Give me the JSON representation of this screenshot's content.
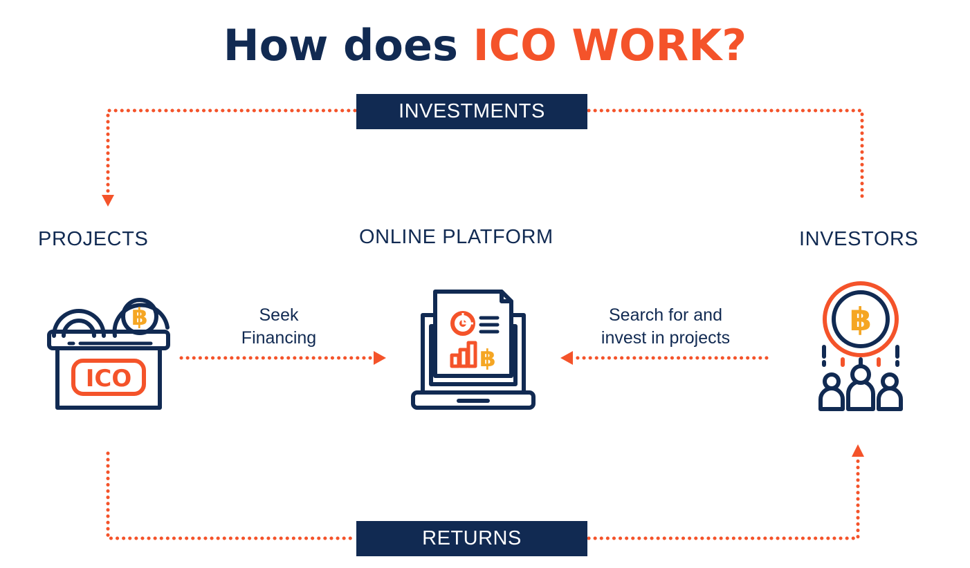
{
  "title": {
    "part1": "How does ",
    "part2": "ICO WORK?"
  },
  "banners": {
    "top": "INVESTMENTS",
    "bottom": "RETURNS"
  },
  "nodes": {
    "projects": {
      "label": "PROJECTS",
      "icon": "ico-box-coins-icon",
      "icon_text": "ICO"
    },
    "platform": {
      "label": "ONLINE PLATFORM",
      "icon": "laptop-report-icon"
    },
    "investors": {
      "label": "INVESTORS",
      "icon": "investors-bitcoin-icon"
    }
  },
  "edges": {
    "seek": {
      "line1": "Seek",
      "line2": "Financing"
    },
    "search": {
      "line1": "Search for and",
      "line2": "invest in projects"
    }
  },
  "colors": {
    "navy": "#112a52",
    "orange": "#f4532a",
    "gold": "#f5a623",
    "white": "#ffffff"
  }
}
